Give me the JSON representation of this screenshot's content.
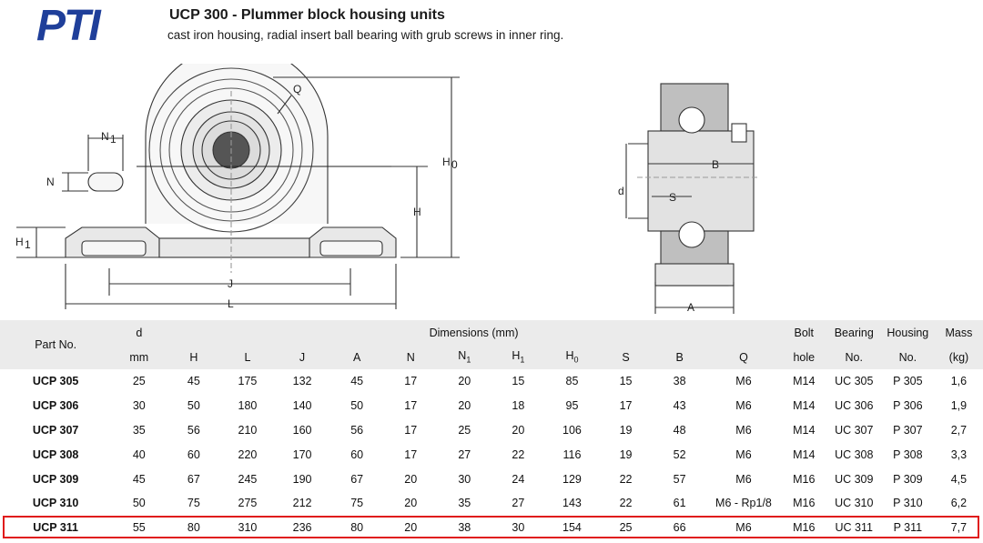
{
  "header": {
    "logo_text": "PTI",
    "title": "UCP 300 - Plummer block housing units",
    "subtitle": "cast iron housing, radial insert ball bearing with grub screws in inner ring."
  },
  "drawing": {
    "labels": {
      "Q": "Q",
      "N1": "N",
      "N1_sub": "1",
      "N": "N",
      "H1": "H",
      "H1_sub": "1",
      "H0": "H",
      "H0_sub": "0",
      "H": "H",
      "J": "J",
      "L": "L",
      "B": "B",
      "d": "d",
      "S": "S",
      "A": "A"
    }
  },
  "table": {
    "header_top": {
      "part_no": "Part No.",
      "d": "d",
      "dimensions": "Dimensions (mm)",
      "bolt": "Bolt",
      "bearing": "Bearing",
      "housing": "Housing",
      "mass": "Mass"
    },
    "header_bottom": {
      "mm": "mm",
      "H": "H",
      "L": "L",
      "J": "J",
      "A": "A",
      "N": "N",
      "N1": "N",
      "N1_sub": "1",
      "H1": "H",
      "H1_sub": "1",
      "H0": "H",
      "H0_sub": "0",
      "S": "S",
      "B": "B",
      "Q": "Q",
      "hole": "hole",
      "no1": "No.",
      "no2": "No.",
      "kg": "(kg)"
    },
    "rows": [
      [
        "UCP 305",
        "25",
        "45",
        "175",
        "132",
        "45",
        "17",
        "20",
        "15",
        "85",
        "15",
        "38",
        "M6",
        "M14",
        "UC 305",
        "P 305",
        "1,6"
      ],
      [
        "UCP 306",
        "30",
        "50",
        "180",
        "140",
        "50",
        "17",
        "20",
        "18",
        "95",
        "17",
        "43",
        "M6",
        "M14",
        "UC 306",
        "P 306",
        "1,9"
      ],
      [
        "UCP 307",
        "35",
        "56",
        "210",
        "160",
        "56",
        "17",
        "25",
        "20",
        "106",
        "19",
        "48",
        "M6",
        "M14",
        "UC 307",
        "P 307",
        "2,7"
      ],
      [
        "UCP 308",
        "40",
        "60",
        "220",
        "170",
        "60",
        "17",
        "27",
        "22",
        "116",
        "19",
        "52",
        "M6",
        "M14",
        "UC 308",
        "P 308",
        "3,3"
      ],
      [
        "UCP 309",
        "45",
        "67",
        "245",
        "190",
        "67",
        "20",
        "30",
        "24",
        "129",
        "22",
        "57",
        "M6",
        "M16",
        "UC 309",
        "P 309",
        "4,5"
      ],
      [
        "UCP 310",
        "50",
        "75",
        "275",
        "212",
        "75",
        "20",
        "35",
        "27",
        "143",
        "22",
        "61",
        "M6 - Rp1/8",
        "M16",
        "UC 310",
        "P 310",
        "6,2"
      ],
      [
        "UCP 311",
        "55",
        "80",
        "310",
        "236",
        "80",
        "20",
        "38",
        "30",
        "154",
        "25",
        "66",
        "M6",
        "M16",
        "UC 311",
        "P 311",
        "7,7"
      ]
    ],
    "highlighted_part": "UCP 311"
  }
}
